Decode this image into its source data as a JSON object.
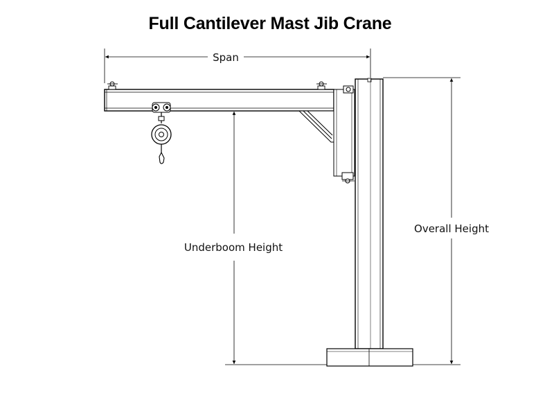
{
  "diagram": {
    "title": "Full Cantilever Mast Jib Crane",
    "labels": {
      "span": "Span",
      "underboom_height": "Underboom Height",
      "overall_height": "Overall Height"
    }
  }
}
